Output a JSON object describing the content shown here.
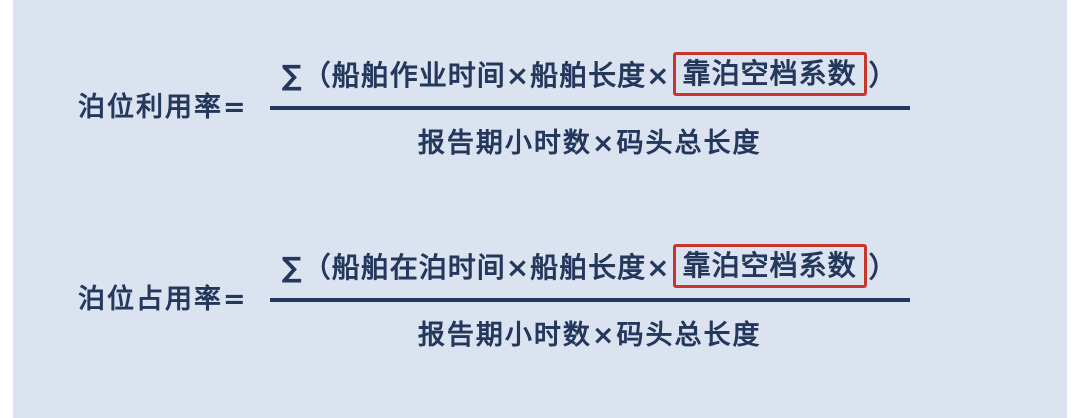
{
  "colors": {
    "background": "#dce3f0",
    "page_edge": "#ffffff",
    "text": "#24375c",
    "highlight": "#c9362c"
  },
  "formulas": [
    {
      "label": "泊位利用率=",
      "numerator_prefix": "∑（船舶作业时间×船舶长度×",
      "numerator_highlight": "靠泊空档系数",
      "numerator_suffix": "）",
      "denominator": "报告期小时数×码头总长度"
    },
    {
      "label": "泊位占用率=",
      "numerator_prefix": "∑（船舶在泊时间×船舶长度×",
      "numerator_highlight": "靠泊空档系数",
      "numerator_suffix": "）",
      "denominator": "报告期小时数×码头总长度"
    }
  ]
}
